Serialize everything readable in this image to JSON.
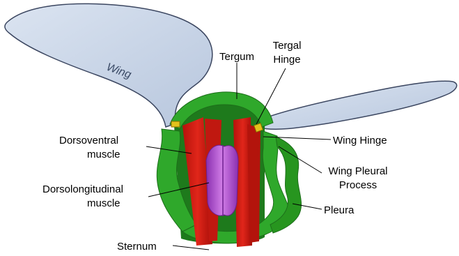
{
  "labels": {
    "wing": "Wing",
    "tergum": "Tergum",
    "tergal_hinge_line1": "Tergal",
    "tergal_hinge_line2": "Hinge",
    "dorsoventral_line1": "Dorsoventral",
    "dorsoventral_line2": "muscle",
    "dorsolongitudinal_line1": "Dorsolongitudinal",
    "dorsolongitudinal_line2": "muscle",
    "wing_hinge": "Wing Hinge",
    "wing_pleural_line1": "Wing Pleural",
    "wing_pleural_line2": "Process",
    "pleura": "Pleura",
    "sternum": "Sternum"
  },
  "colors": {
    "wing_fill": "#c9d6e8",
    "wing_stroke": "#3b4660",
    "exoskeleton": "#2fa82b",
    "exoskeleton_dark": "#1e7a1c",
    "dorsoventral_muscle": "#d41b12",
    "dorsolongitudinal_muscle": "#b44fd0",
    "hinge": "#e3c21c"
  }
}
